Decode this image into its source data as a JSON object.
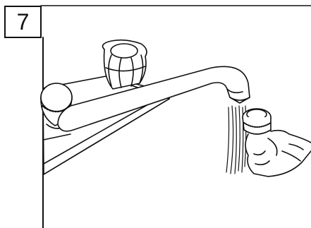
{
  "step": {
    "number": "7"
  },
  "colors": {
    "line": "#111111",
    "background": "#ffffff"
  },
  "illustration": {
    "subject": "faucet-aerator-removal",
    "parts": [
      "faucet-handle",
      "faucet-base",
      "faucet-spout",
      "aerator",
      "water-stream",
      "hand"
    ]
  }
}
